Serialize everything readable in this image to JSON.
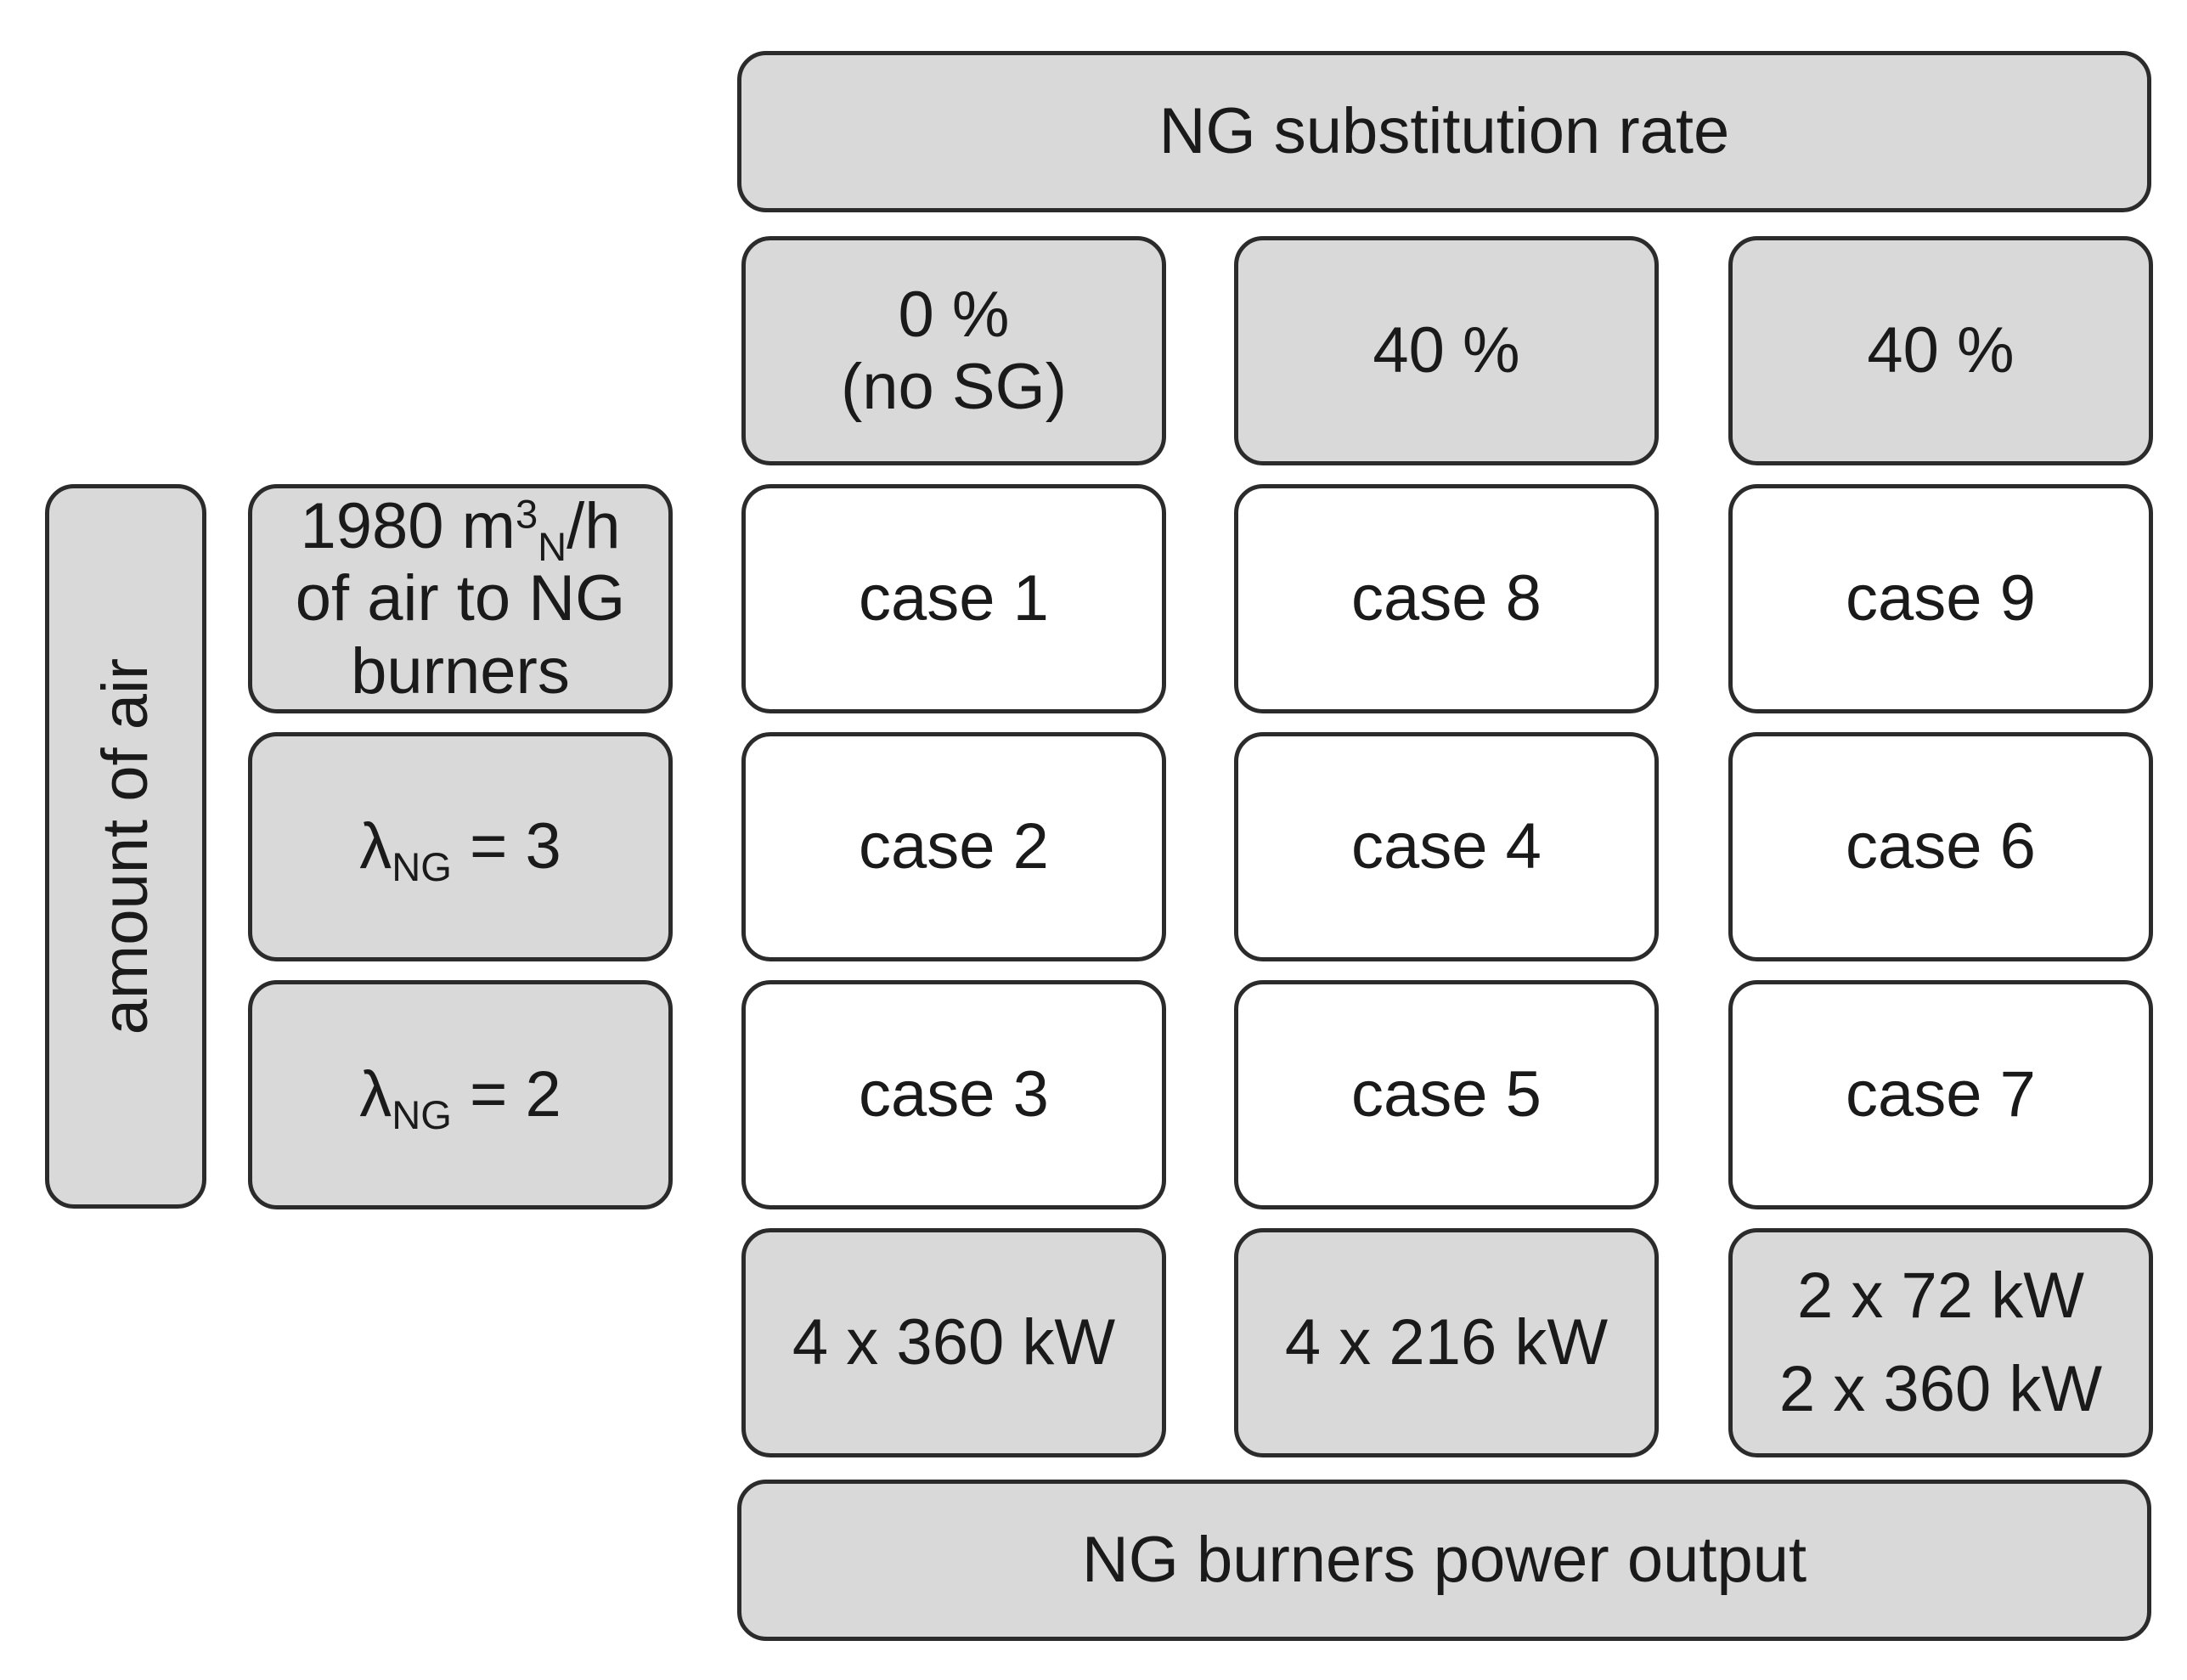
{
  "header": {
    "substitution_title": "NG substitution rate",
    "columns": [
      {
        "line1": "0 %",
        "line2": "(no SG)"
      },
      {
        "line1": "40 %"
      },
      {
        "line1": "40 %"
      }
    ]
  },
  "air": {
    "label": "amount of air",
    "rows": [
      {
        "value": "1980 m",
        "sup": "3",
        "sub": "N",
        "unit": "/h",
        "line2": "of air to NG",
        "line3": "burners"
      },
      {
        "symbol": "λ",
        "sub": "NG",
        "rest": " = 3"
      },
      {
        "symbol": "λ",
        "sub": "NG",
        "rest": " = 2"
      }
    ]
  },
  "cases": [
    [
      "case 1",
      "case 8",
      "case 9"
    ],
    [
      "case 2",
      "case 4",
      "case 6"
    ],
    [
      "case 3",
      "case 5",
      "case 7"
    ]
  ],
  "power": {
    "title": "NG burners power output",
    "columns": [
      {
        "line1": "4 x 360 kW"
      },
      {
        "line1": "4 x 216 kW"
      },
      {
        "line1": "2 x 72 kW",
        "line2": "2 x 360 kW"
      }
    ]
  }
}
